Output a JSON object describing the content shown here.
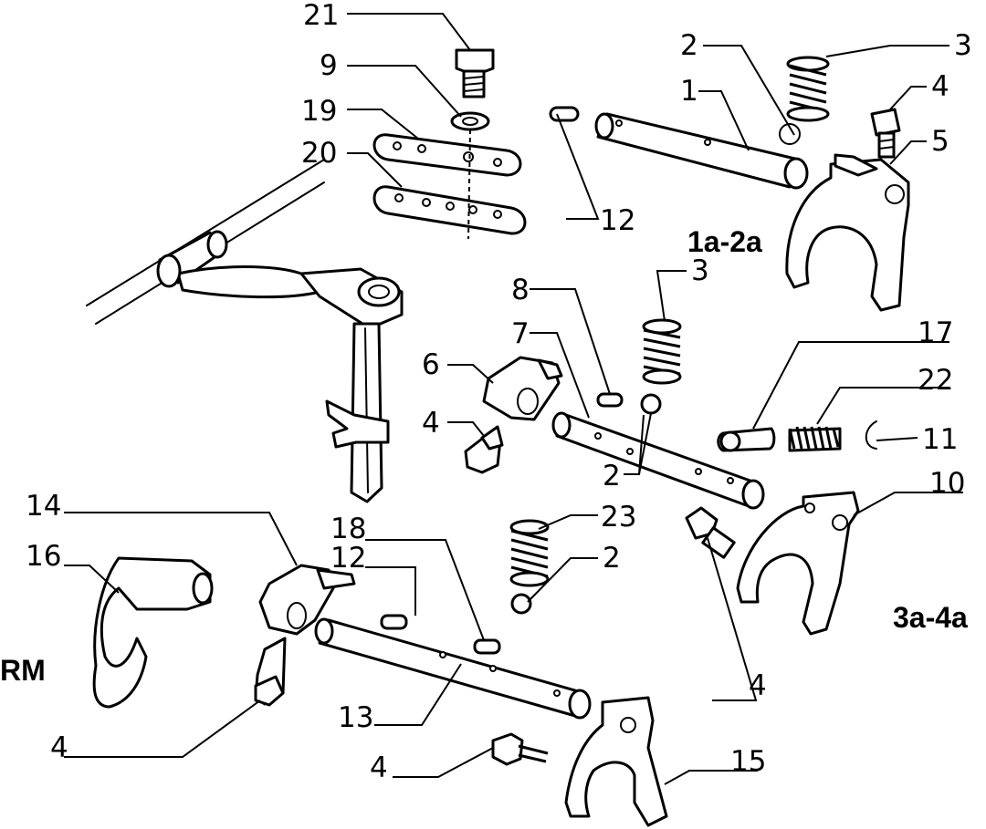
{
  "diagram": {
    "group_labels": {
      "gear_1_2": "1a-2a",
      "gear_3_4": "3a-4a",
      "reverse": "RM"
    },
    "callouts": {
      "c21": "21",
      "c9": "9",
      "c19": "19",
      "c20": "20",
      "c2_top": "2",
      "c3_top": "3",
      "c1": "1",
      "c4_top": "4",
      "c5": "5",
      "c12_top": "12",
      "c8": "8",
      "c3_mid": "3",
      "c7": "7",
      "c6": "6",
      "c4_left": "4",
      "c17": "17",
      "c22": "22",
      "c11": "11",
      "c2_mid": "2",
      "c10": "10",
      "c23": "23",
      "c2_low": "2",
      "c14": "14",
      "c16": "16",
      "c18": "18",
      "c12_low": "12",
      "c4_right": "4",
      "c13": "13",
      "c4_bottom_left": "4",
      "c4_bottom": "4",
      "c15": "15"
    }
  }
}
